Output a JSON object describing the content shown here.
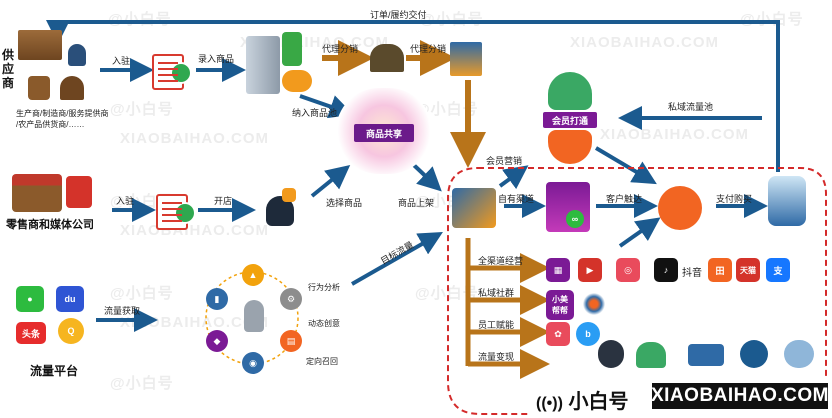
{
  "watermark_text": "@小白号",
  "watermark_url": "XIAOBAIHAO.COM",
  "top": {
    "order_label": "订单/履约交付"
  },
  "supplier": {
    "title": "供\n应\n商",
    "subtitle": "生产商/制造商/服务提供商\n/农产品供货商/……",
    "enter_label": "入驻",
    "record_label": "录入商品",
    "distribution_label_1": "代理分销",
    "distribution_label_2": "代理分销",
    "pool_label": "纳入商品池"
  },
  "retailer": {
    "title": "零售商和媒体公司",
    "enter_label": "入驻",
    "open_label": "开店",
    "select_label": "选择商品",
    "listing_label": "商品上架"
  },
  "traffic": {
    "title": "流量平台",
    "acquire_label": "流量获取",
    "analysis_label": "行为分析",
    "creative_label": "动态创意",
    "targeting_label": "定向召回",
    "target_label": "目标流量"
  },
  "center": {
    "share_label": "商品共享",
    "member_label": "会员打通",
    "private_pool_label": "私域流量池",
    "member_marketing_label": "会员营销",
    "own_channel_label": "自有渠道",
    "reach_label": "客户触达",
    "pay_label": "支付购买"
  },
  "channels": {
    "all_channel": "全渠道经营",
    "private_community": "私域社群",
    "staff_enable": "员工赋能",
    "traffic_monetize": "流量变现",
    "douyin_label": "抖音",
    "xiaomei_label": "小美\n帮帮"
  },
  "footer": {
    "logo_text": "小白号",
    "site": "XIAOBAIHAO.COM"
  },
  "colors": {
    "arrow_brown": "#b8741a",
    "arrow_blue": "#1b5a8f",
    "border_red": "#d42a2a",
    "accent_purple": "#7b1a95",
    "member_green": "#3aa864",
    "member_orange": "#f26522"
  }
}
